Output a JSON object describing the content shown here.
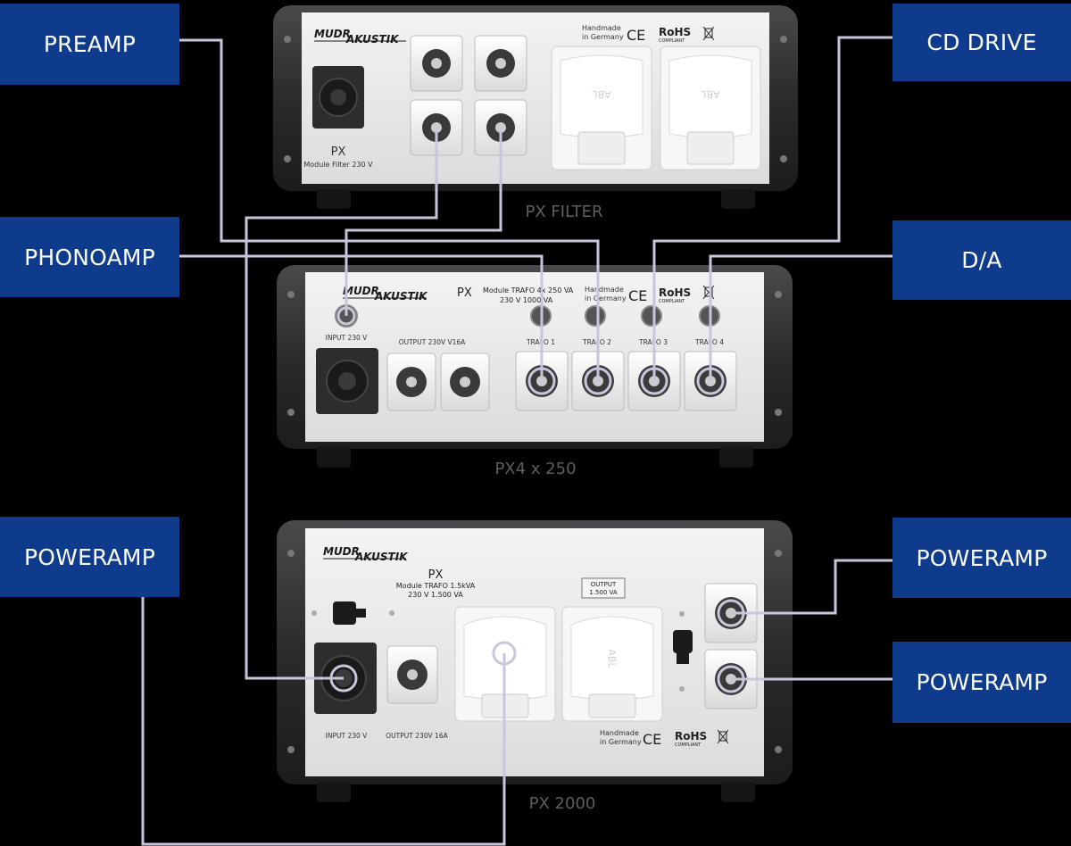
{
  "labels": {
    "preamp": "PREAMP",
    "phonoamp": "PHONOAMP",
    "poweramp_left": "POWERAMP",
    "cd_drive": "CD DRIVE",
    "da": "D/A",
    "poweramp_right_1": "POWERAMP",
    "poweramp_right_2": "POWERAMP"
  },
  "units": {
    "filter": {
      "brand_1": "MUDR",
      "brand_2": "AKUSTIK",
      "model": "PX",
      "subtitle": "Module Filter 230 V",
      "handmade": "Handmade",
      "germany": "in Germany",
      "ce": "CE",
      "rohs": "RoHS",
      "compliant": "COMPLIANT",
      "socket_mark": "ABL",
      "caption": "PX FILTER"
    },
    "trafo": {
      "brand_1": "MUDR",
      "brand_2": "AKUSTIK",
      "model": "PX",
      "subtitle_1": "Module TRAFO 4x 250 VA",
      "subtitle_2": "230 V  1000 VA",
      "handmade": "Handmade",
      "germany": "in Germany",
      "ce": "CE",
      "rohs": "RoHS",
      "compliant": "COMPLIANT",
      "input_label": "INPUT 230 V",
      "output_label": "OUTPUT 230V V16A",
      "trafo_1": "TRAFO 1",
      "trafo_2": "TRAFO 2",
      "trafo_3": "TRAFO 3",
      "trafo_4": "TRAFO 4",
      "caption": "PX4 x 250"
    },
    "px2000": {
      "brand_1": "MUDR",
      "brand_2": "AKUSTIK",
      "model": "PX",
      "subtitle_1": "Module TRAFO 1.5kVA",
      "subtitle_2": "230 V  1.500 VA",
      "output_box_1": "OUTPUT",
      "output_box_2": "1.500 VA",
      "handmade": "Handmade",
      "germany": "in Germany",
      "ce": "CE",
      "rohs": "RoHS",
      "compliant": "COMPLIANT",
      "input_label": "INPUT 230 V",
      "output_label": "OUTPUT 230V 16A",
      "socket_mark": "ABL",
      "caption": "PX 2000"
    }
  },
  "colors": {
    "label_bg": "#0e3b8c",
    "wire": "#c9c6dc",
    "panel": "#e9e9ea",
    "chassis": "#2a2a2c"
  }
}
